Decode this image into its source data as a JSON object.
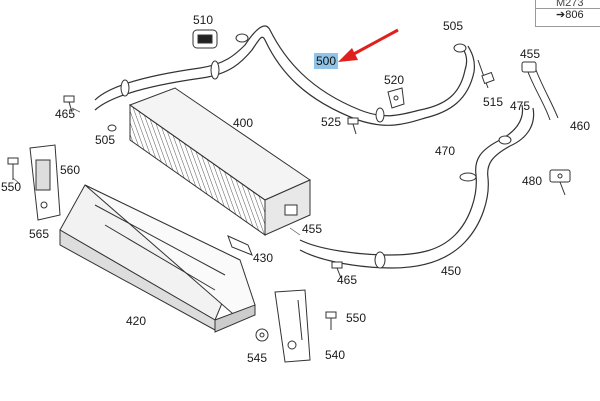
{
  "reference_box": {
    "model": "M273",
    "page_ref": "806",
    "arrow_glyph": "➔"
  },
  "highlighted_part": "500",
  "labels": {
    "p510": "510",
    "p505a": "505",
    "p505b": "505",
    "p455a": "455",
    "p455b": "455",
    "p515": "515",
    "p520": "520",
    "p475": "475",
    "p460": "460",
    "p465a": "465",
    "p465b": "465",
    "p400": "400",
    "p525": "525",
    "p470": "470",
    "p480": "480",
    "p560": "560",
    "p550a": "550",
    "p550b": "550",
    "p565": "565",
    "p430": "430",
    "p450": "450",
    "p420": "420",
    "p545": "545",
    "p540": "540"
  },
  "colors": {
    "highlight": "#8fc3e8",
    "arrow": "#e0201e",
    "line": "#333333"
  }
}
